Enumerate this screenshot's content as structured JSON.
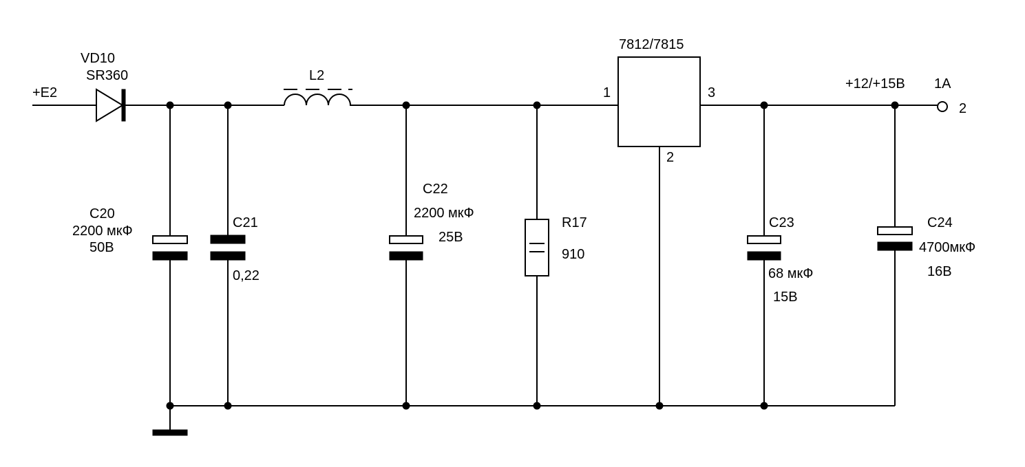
{
  "input": {
    "label": "+E2"
  },
  "diode": {
    "ref": "VD10",
    "part": "SR360"
  },
  "inductor": {
    "ref": "L2"
  },
  "regulator": {
    "part": "7812/7815",
    "pin_in": "1",
    "pin_gnd": "2",
    "pin_out": "3"
  },
  "capacitors": {
    "c20": {
      "ref": "C20",
      "value": "2200 мкФ",
      "voltage": "50В"
    },
    "c21": {
      "ref": "C21",
      "value": "0,22"
    },
    "c22": {
      "ref": "C22",
      "value": "2200 мкФ",
      "voltage": "25В"
    },
    "c23": {
      "ref": "C23",
      "value": "68 мкФ",
      "voltage": "15В"
    },
    "c24": {
      "ref": "C24",
      "value": "4700мкФ",
      "voltage": "16В"
    }
  },
  "resistor": {
    "ref": "R17",
    "value": "910"
  },
  "output": {
    "voltage": "+12/+15В",
    "current": "1A",
    "pin": "2"
  }
}
